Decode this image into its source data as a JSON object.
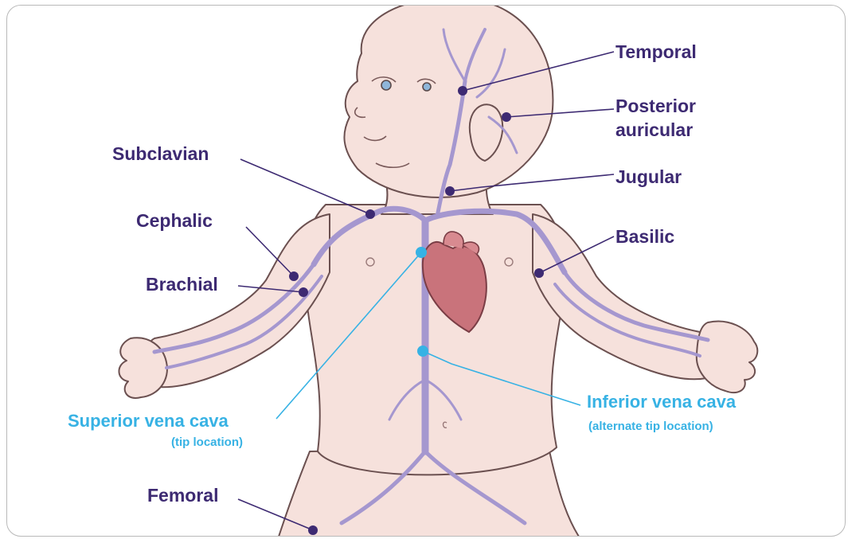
{
  "labels": {
    "temporal": "Temporal",
    "posterior_auricular_line1": "Posterior",
    "posterior_auricular_line2": "auricular",
    "jugular": "Jugular",
    "subclavian": "Subclavian",
    "cephalic": "Cephalic",
    "brachial": "Brachial",
    "basilic": "Basilic",
    "superior_vena_cava": "Superior vena cava",
    "superior_vena_cava_note": "(tip location)",
    "inferior_vena_cava": "Inferior vena cava",
    "inferior_vena_cava_note": "(alternate tip location)",
    "femoral": "Femoral"
  },
  "colors": {
    "vein_label": "#3d2a72",
    "tip_label": "#37b2e4",
    "skin": "#f6e1dc",
    "skin_outline": "#6b5050",
    "vein": "#9d8ec6",
    "heart": "#c9737b"
  }
}
